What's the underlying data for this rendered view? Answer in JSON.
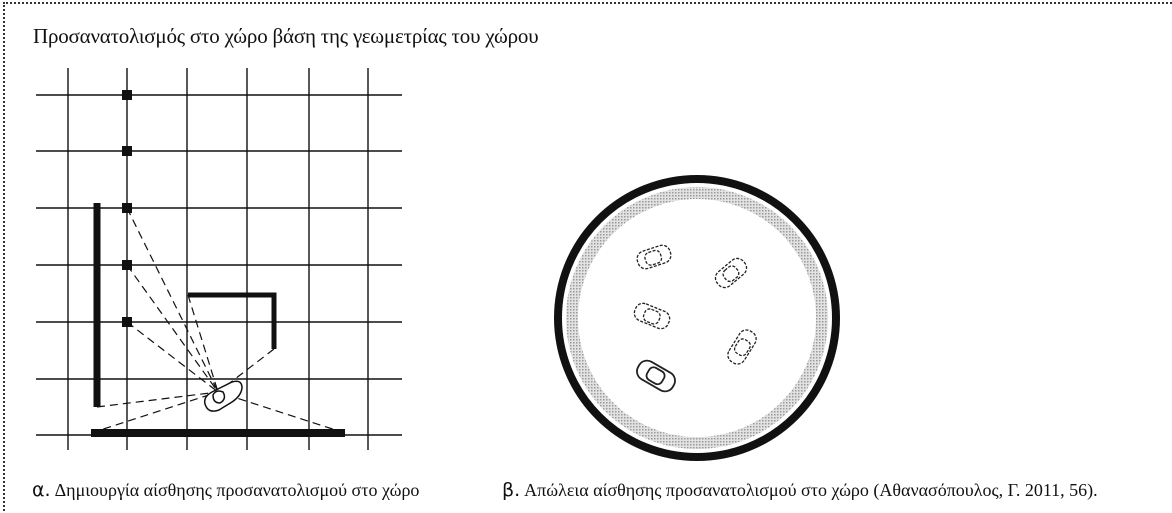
{
  "title": "Προσανατολισμός στο χώρο βάση της γεωμετρίας του χώρου",
  "captions": {
    "a": {
      "marker": "α.",
      "text": "Δημιουργία αίσθησης προσανατολισμού στο χώρο"
    },
    "b": {
      "marker": "β.",
      "text": "Απώλεια αίσθησης προσανατολισμού στο χώρο (Αθανασόπουλος, Γ. 2011, 56)."
    }
  },
  "colors": {
    "ink": "#111111",
    "ring_gray": "#c8c8c8",
    "frame": "#333333"
  }
}
